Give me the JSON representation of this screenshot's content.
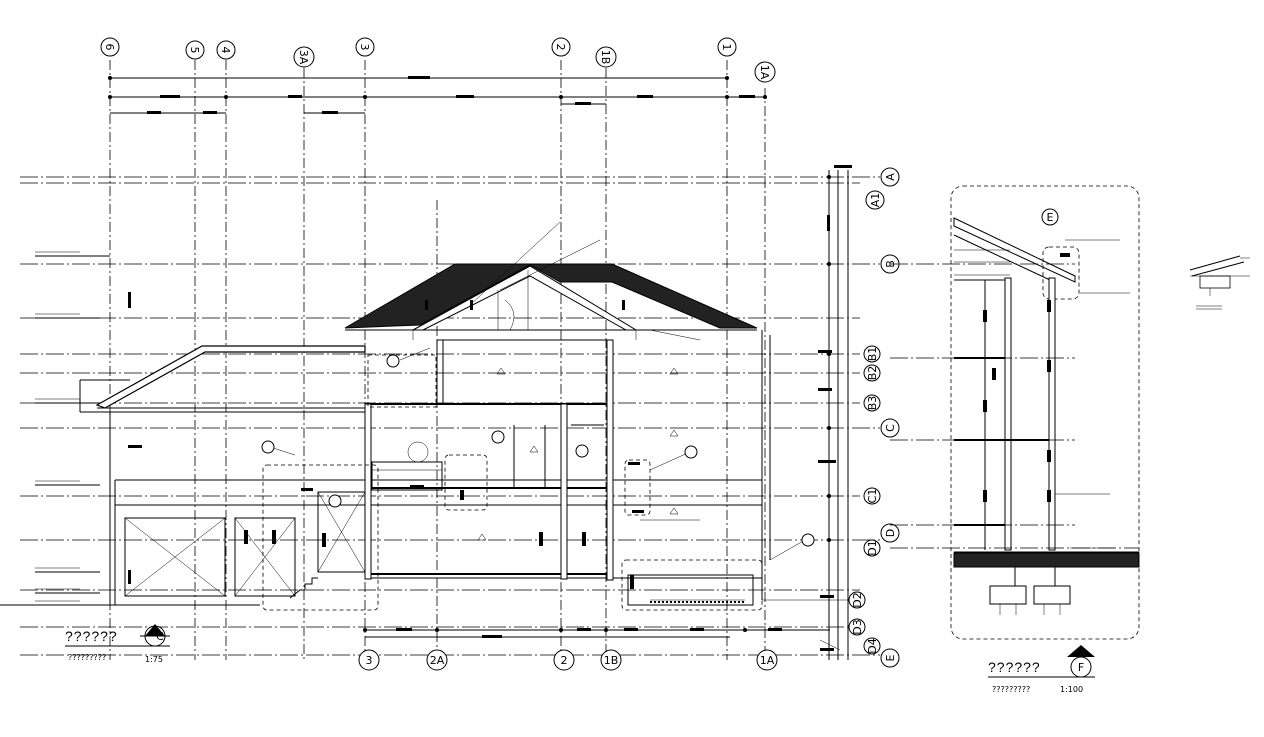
{
  "elevation_view": {
    "title": "??????",
    "subtitle": "?????????",
    "scale": "1:75",
    "section_marker": "C"
  },
  "section_view": {
    "title": "??????",
    "subtitle": "?????????",
    "scale": "1:100",
    "section_marker": "F",
    "detail_marker": "E"
  },
  "top_grid_labels": [
    "6",
    "5",
    "4",
    "3A",
    "3",
    "2",
    "1B",
    "1",
    "1A"
  ],
  "bottom_grid_labels": [
    "3",
    "2A",
    "2",
    "1B",
    "1A"
  ],
  "right_grid_labels": [
    "A",
    "A1",
    "B",
    "B1",
    "B2",
    "B3",
    "C",
    "C1",
    "D",
    "D1",
    "D2",
    "D3",
    "D4",
    "E"
  ],
  "icons": {
    "section_marker_icon": "section-arrow",
    "grid_bubble_icon": "circle-label"
  }
}
